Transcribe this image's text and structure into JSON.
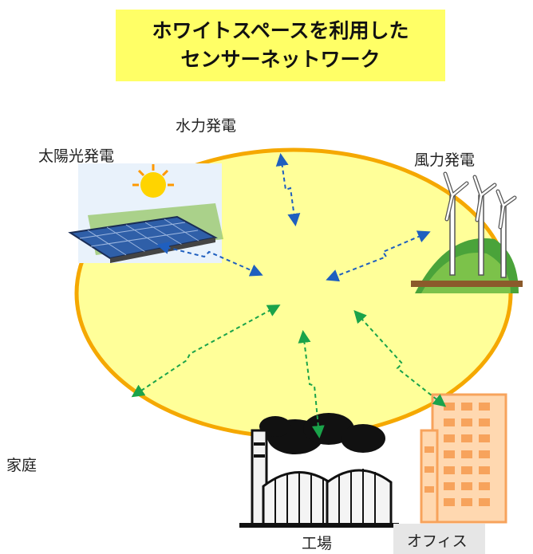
{
  "title": {
    "line1": "ホワイトスペースを利用した",
    "line2": "センサーネットワーク"
  },
  "nodes": {
    "hydro": "水力発電",
    "solar": "太陽光発電",
    "wind": "風力発電",
    "home": "家庭",
    "factory": "工場",
    "office": "オフィス"
  },
  "colors": {
    "title_bg": "#ffff66",
    "ellipse_fill": "#ffff99",
    "ellipse_stroke": "#f5a800",
    "link_blue": "#1f5fbf",
    "link_green": "#1aa34a",
    "building_orange": "#f7a35c"
  }
}
